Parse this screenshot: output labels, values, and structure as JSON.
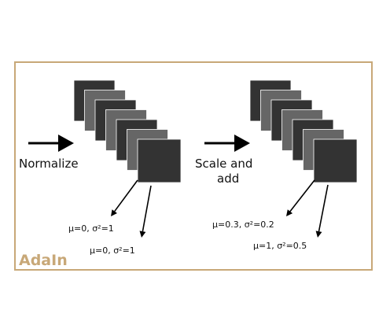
{
  "frame_title": "AdaIn",
  "colors": {
    "frame_border": "#c8a878",
    "frame_title": "#c8a878",
    "slice_dark": "#333333",
    "slice_light": "#666666",
    "arrow": "#000000"
  },
  "left_block": {
    "caption": "Normalize",
    "stats": [
      "μ=0, σ²=1",
      "μ=0, σ²=1"
    ]
  },
  "right_block": {
    "caption_line1": "Scale and",
    "caption_line2": "add",
    "stats": [
      "μ=0.3, σ²=0.2",
      "μ=1, σ²=0.5"
    ]
  }
}
